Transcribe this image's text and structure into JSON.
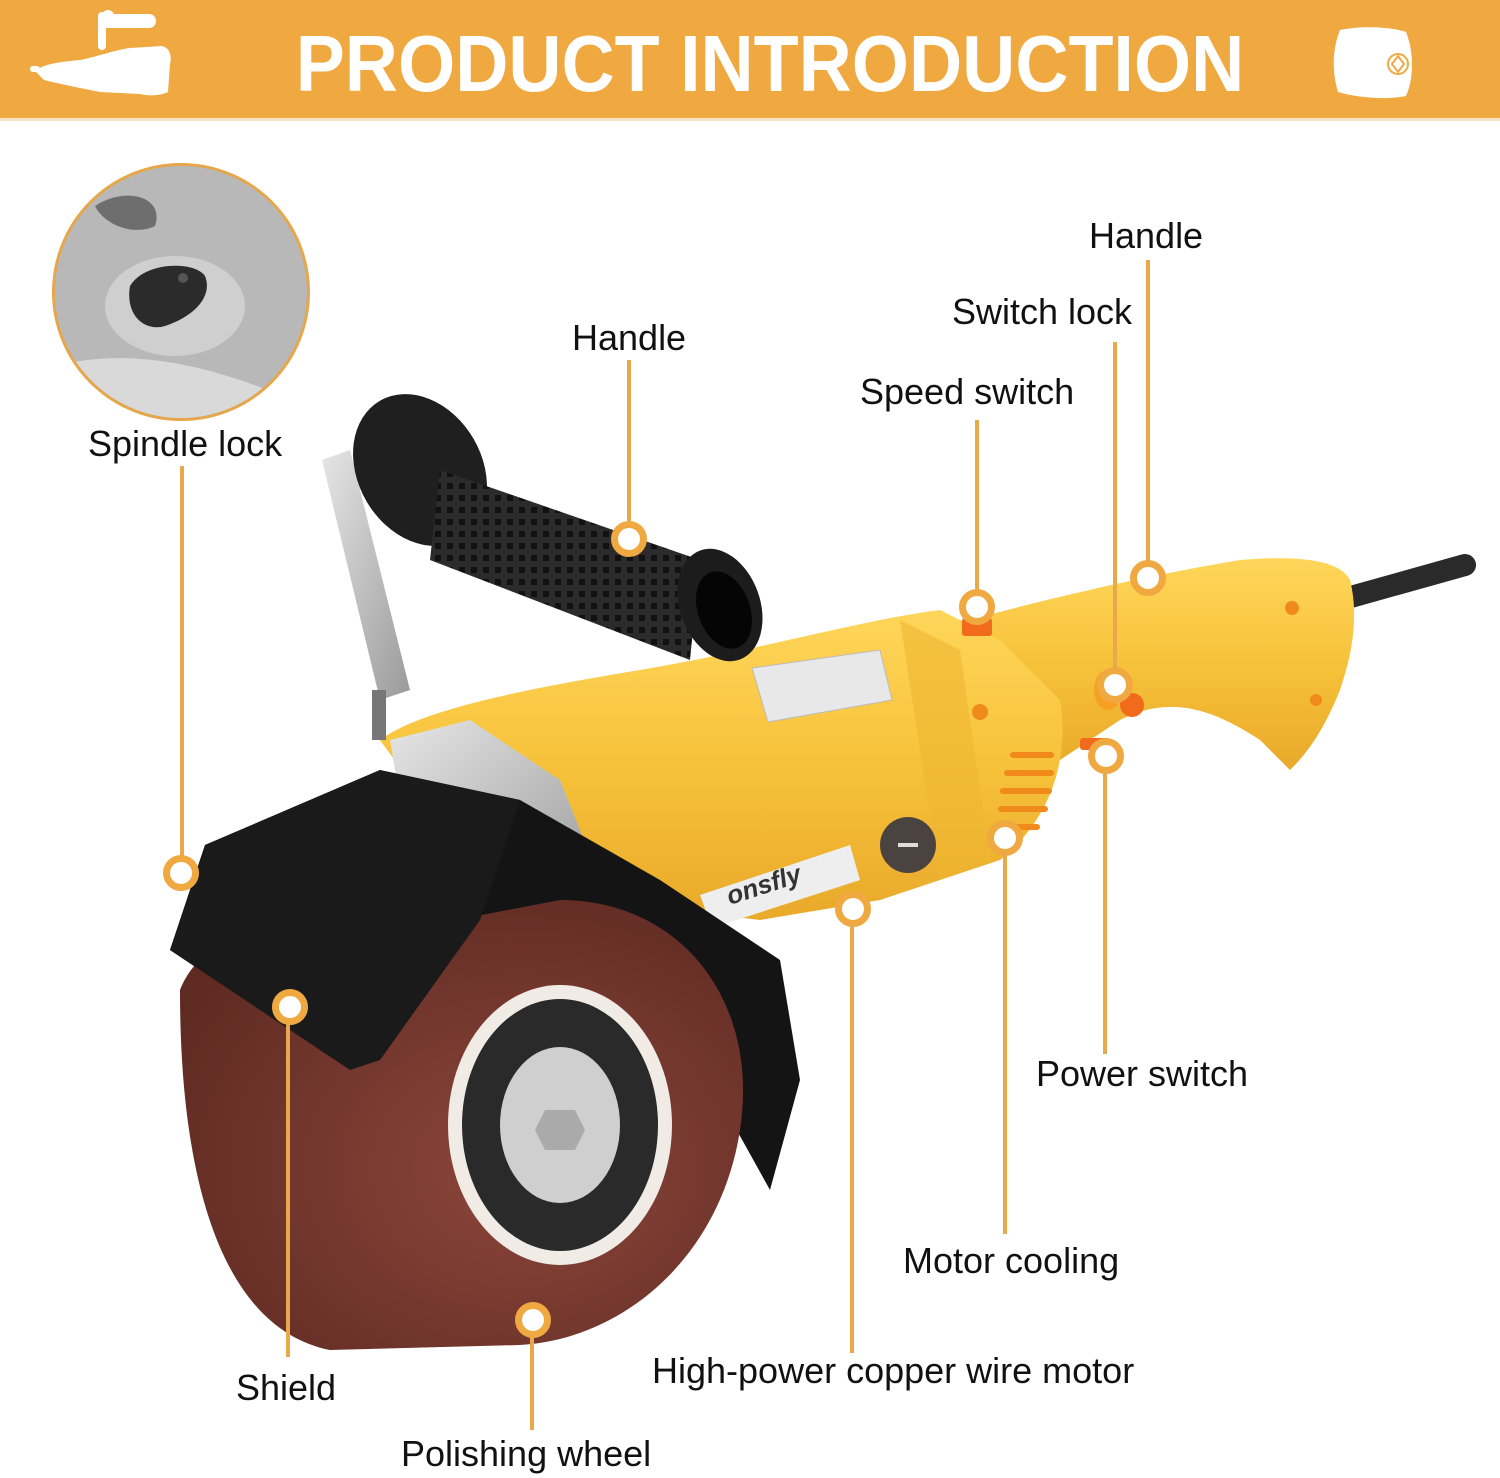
{
  "banner": {
    "title": "PRODUCT INTRODUCTION",
    "left_icon": "polisher-silhouette-icon",
    "right_icon": "polishing-wheel-icon",
    "background_color": "#F0A941",
    "text_color": "#FFFFFF"
  },
  "inset": {
    "subject": "spindle lock button close-up",
    "border_color": "#E6A64A"
  },
  "product": {
    "brand_label": "onsfly",
    "body_color": "#F7C23A",
    "wheel_color": "#7A3A30",
    "grip_color": "#2A2A2A",
    "accent_color": "#F26A1B"
  },
  "callouts": [
    {
      "id": "spindle-lock",
      "label": "Spindle lock"
    },
    {
      "id": "handle-side",
      "label": "Handle"
    },
    {
      "id": "handle-rear",
      "label": "Handle"
    },
    {
      "id": "switch-lock",
      "label": "Switch lock"
    },
    {
      "id": "speed-switch",
      "label": "Speed switch"
    },
    {
      "id": "power-switch",
      "label": "Power switch"
    },
    {
      "id": "motor-cooling",
      "label": "Motor cooling"
    },
    {
      "id": "motor",
      "label": "High-power copper wire motor"
    },
    {
      "id": "shield",
      "label": "Shield"
    },
    {
      "id": "polishing-wheel",
      "label": "Polishing wheel"
    }
  ],
  "callout_color": "#F0A941"
}
